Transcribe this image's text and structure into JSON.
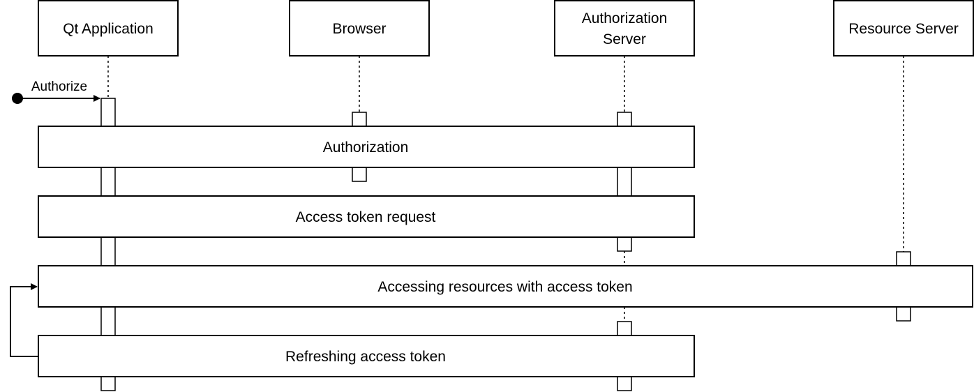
{
  "participants": [
    {
      "id": "qt",
      "lines": [
        "Qt Application"
      ]
    },
    {
      "id": "browser",
      "lines": [
        "Browser"
      ]
    },
    {
      "id": "authserver",
      "lines": [
        "Authorization",
        "Server"
      ]
    },
    {
      "id": "resserver",
      "lines": [
        "Resource Server"
      ]
    }
  ],
  "start_message": "Authorize",
  "fragments": [
    {
      "id": "authorization",
      "label": "Authorization"
    },
    {
      "id": "token-request",
      "label": "Access token request"
    },
    {
      "id": "accessing",
      "label": "Accessing resources with access token"
    },
    {
      "id": "refreshing",
      "label": "Refreshing access token"
    }
  ]
}
